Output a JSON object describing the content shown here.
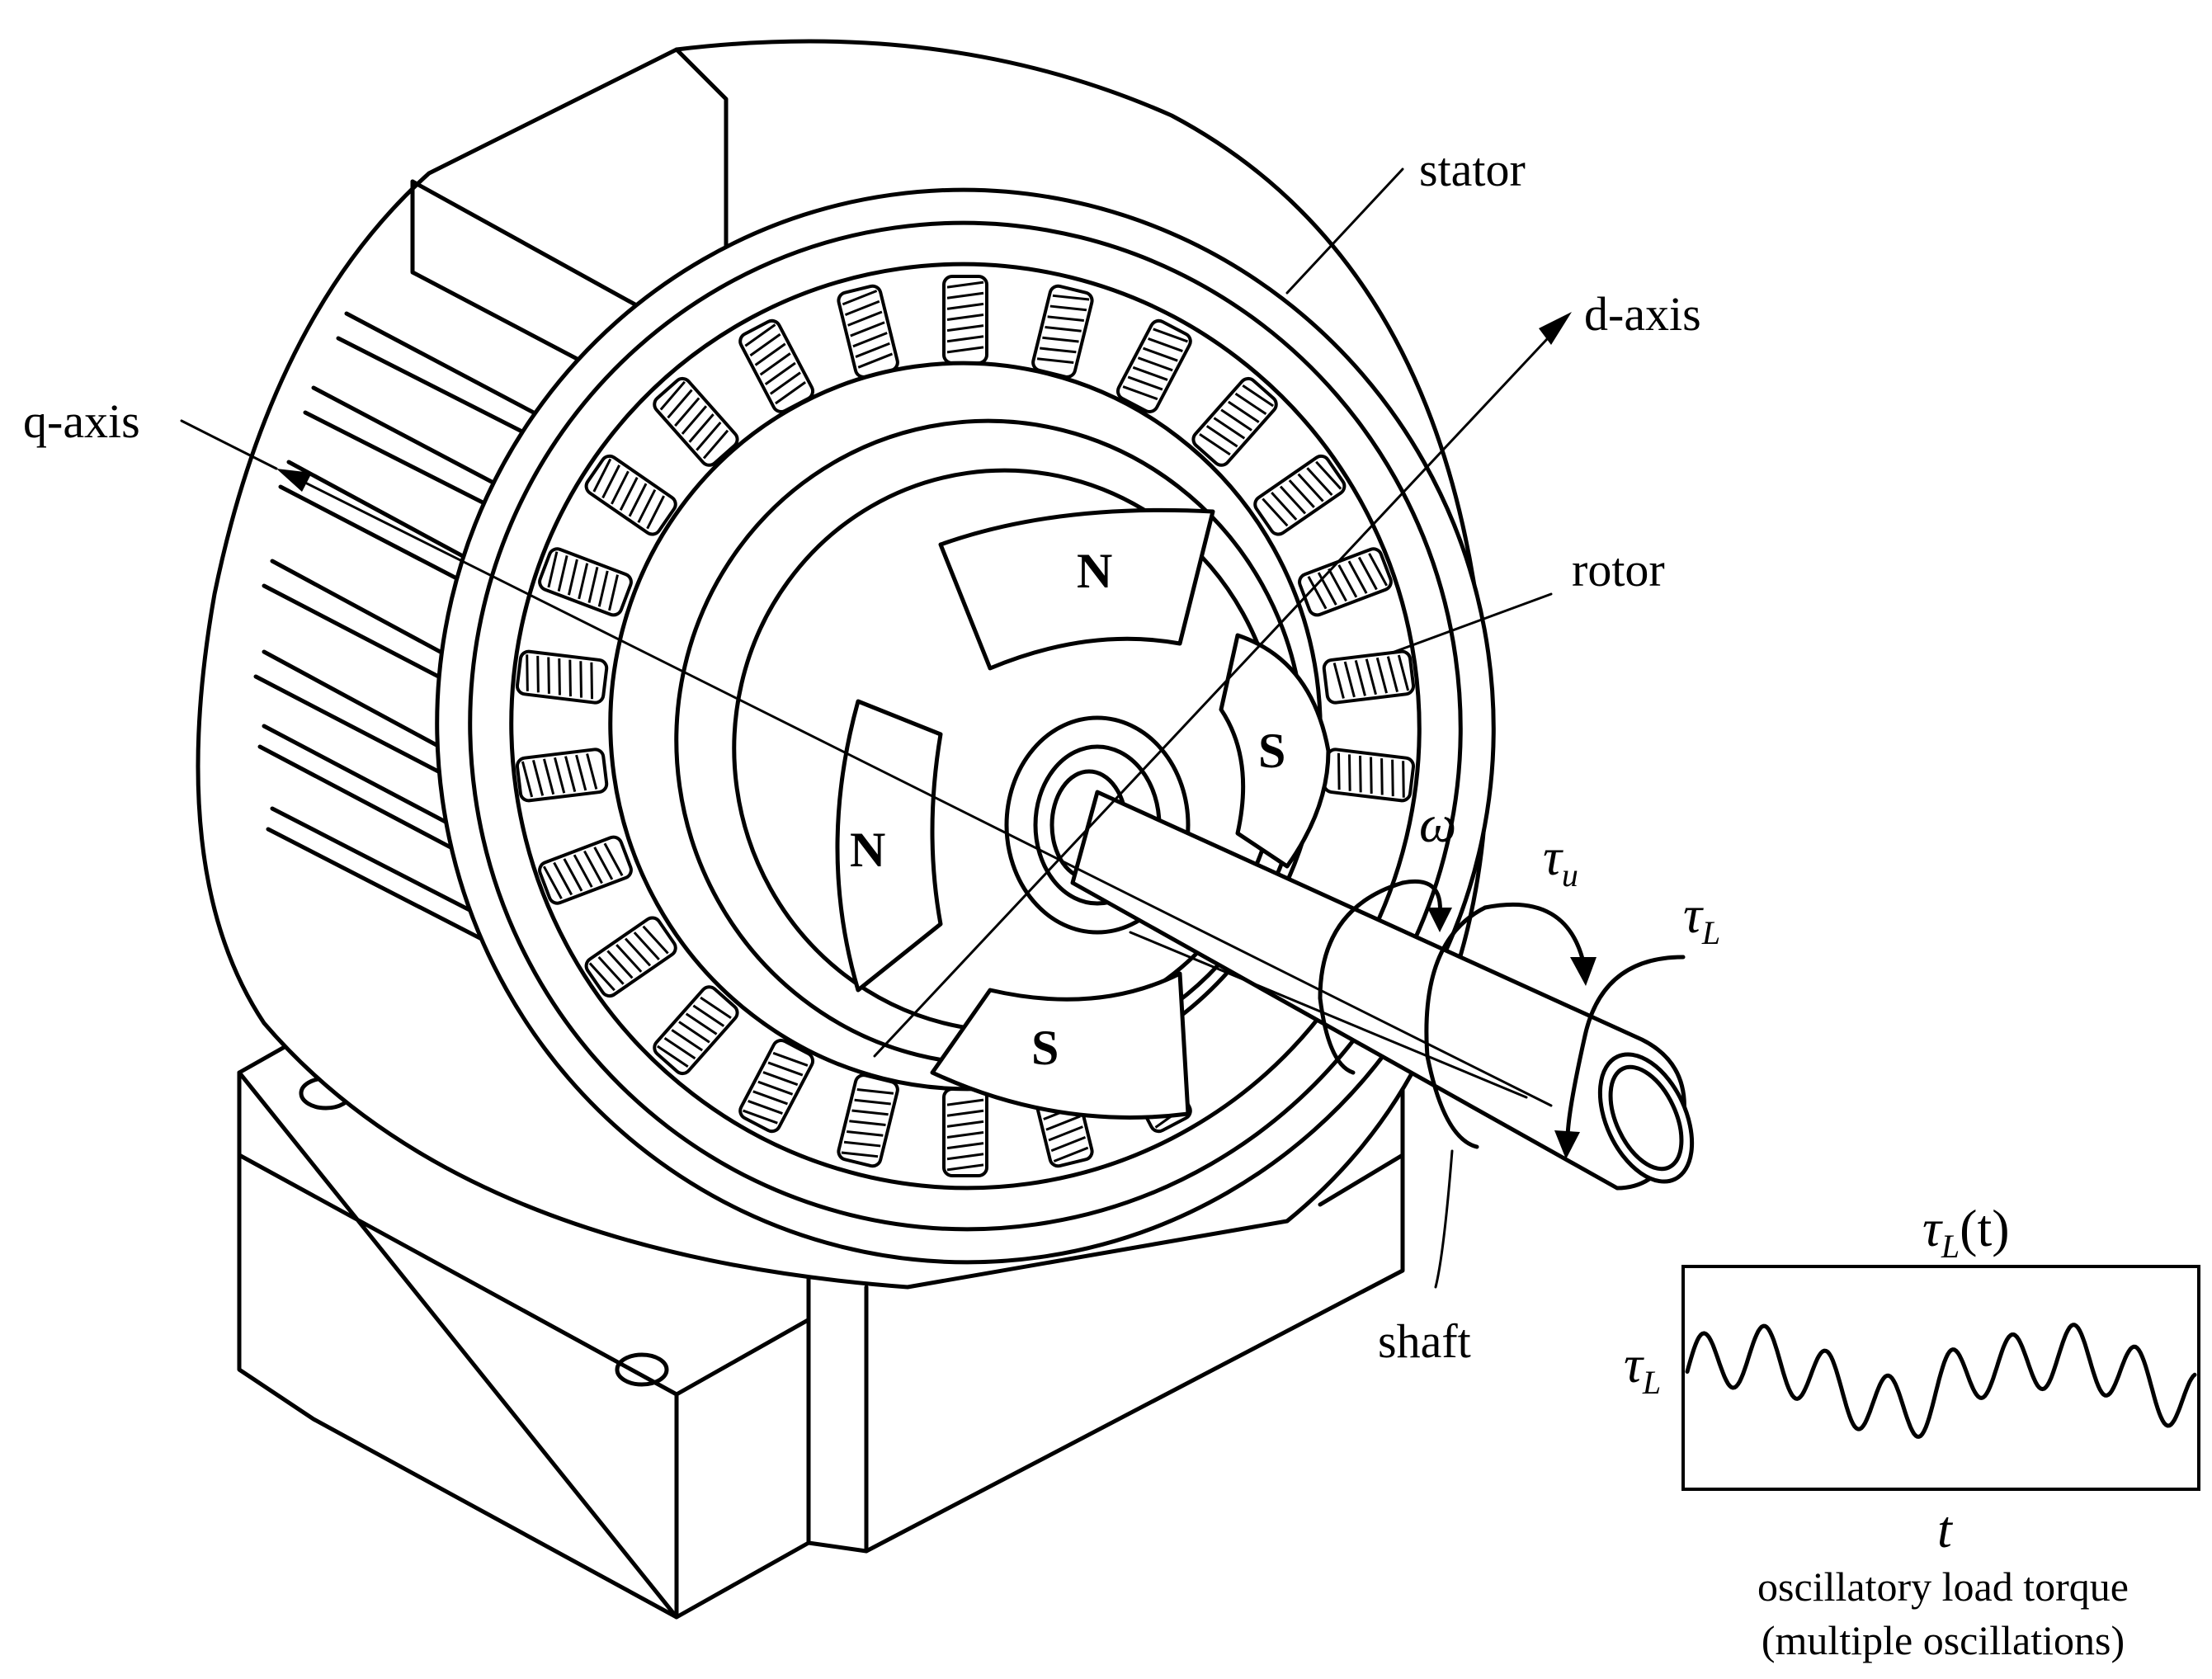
{
  "labels": {
    "stator": "stator",
    "d_axis": "d-axis",
    "q_axis": "q-axis",
    "rotor": "rotor",
    "shaft": "shaft"
  },
  "poles": {
    "top": "N",
    "left": "N",
    "right": "S",
    "bottom": "S"
  },
  "symbols": {
    "omega": "ω",
    "tau": "τ",
    "u_sub": "u",
    "L_sub": "L"
  },
  "inset": {
    "title_symbol": "τ",
    "title_sub": "L",
    "title_arg": "(t)",
    "y_symbol": "τ",
    "y_sub": "L",
    "x_label": "t",
    "caption_line1": "oscillatory load torque",
    "caption_line2": "(multiple oscillations)"
  },
  "colors": {
    "ink": "#000000",
    "paper": "#ffffff"
  }
}
